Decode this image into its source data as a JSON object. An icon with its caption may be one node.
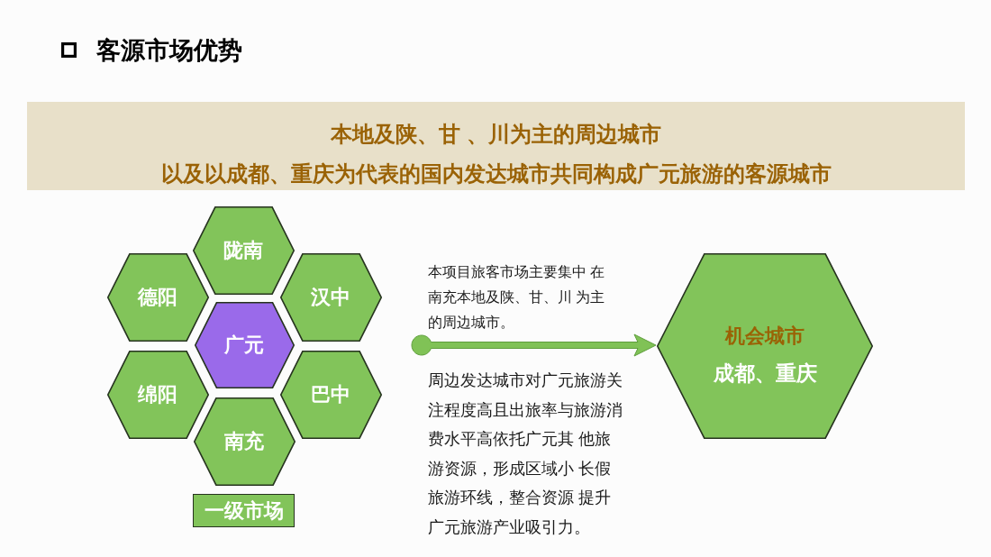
{
  "diagram": {
    "title": "客源市场优势",
    "nodes": [
      {
        "text": [
          "本地及陕、甘 、川为主的周边城市",
          "以及以成都、重庆为代表的国内发达城市共同构成广元旅游的客源城市"
        ]
      },
      {
        "text": [
          "陇南"
        ]
      },
      {
        "text": [
          "德阳"
        ]
      },
      {
        "text": [
          "汉中"
        ]
      },
      {
        "text": [
          "广元"
        ]
      },
      {
        "text": [
          "绵阳"
        ]
      },
      {
        "text": [
          "巴中"
        ]
      },
      {
        "text": [
          "南充"
        ]
      },
      {
        "text": [
          "一级市场"
        ]
      },
      {
        "text": [
          "机会城市",
          "成都、重庆"
        ]
      }
    ],
    "edges": [
      {
        "from": null,
        "to": 9,
        "arrow": "to"
      }
    ],
    "labels": [
      "本项目旅客市场主要集中 在南充本地及陕、甘、川 为主的周边城市。",
      "周边发达城市对广元旅游关注程度高且出旅率与旅游消费水平高依托广元其 他旅游资源，形成区域小 长假旅游环线，整合资源 提升广元旅游产业吸引力。"
    ]
  }
}
